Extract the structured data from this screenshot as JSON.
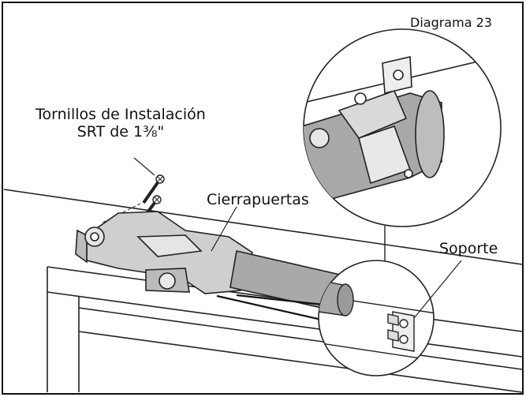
{
  "diagram": {
    "number_label": "Diagrama 23",
    "labels": {
      "screws_line1": "Tornillos de Instalación",
      "screws_line2": "SRT de 1⅜\"",
      "closer": "Cierrapuertas",
      "bracket": "Soporte"
    }
  }
}
